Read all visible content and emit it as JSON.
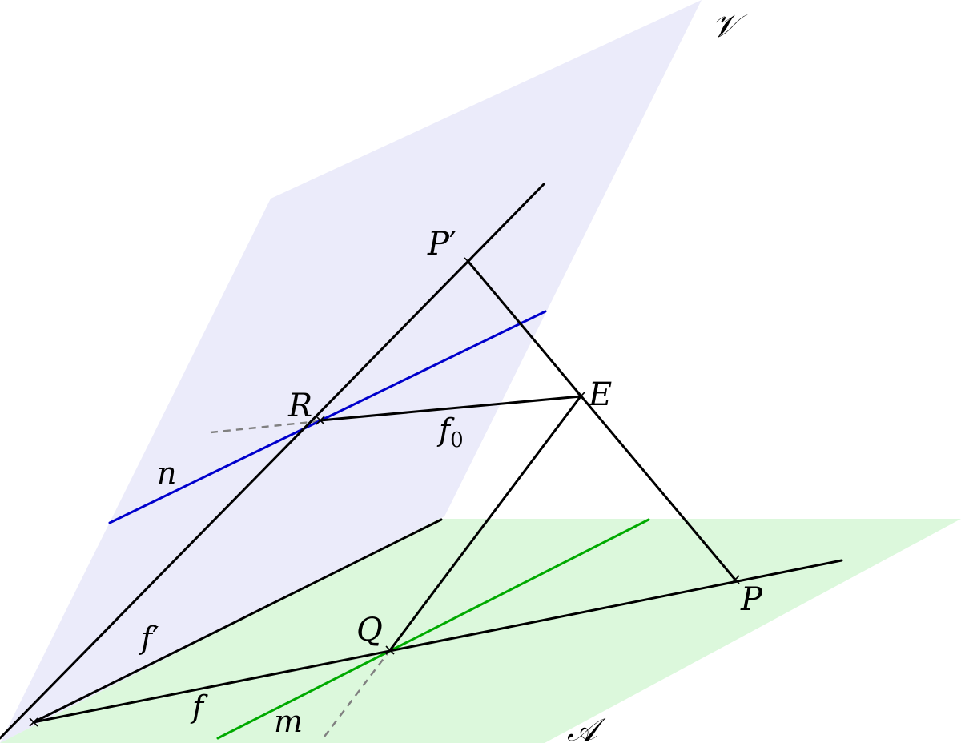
{
  "diagram": {
    "colors": {
      "plane_v_fill": "#ebebfa",
      "plane_a_fill": "#dcf8dc",
      "line_black": "#000000",
      "line_n_blue": "#0000cc",
      "line_m_green": "#00aa00",
      "dashed_gray": "#808080"
    },
    "planes": {
      "v": "𝒱",
      "a": "𝒜"
    },
    "points": {
      "p_prime": {
        "base": "P",
        "mark": "′"
      },
      "e": "E",
      "r": "R",
      "q": "Q",
      "p": "P"
    },
    "lines": {
      "f0": {
        "base": "f",
        "sub": "0"
      },
      "n": "n",
      "f_prime": {
        "base": "f",
        "mark": "′"
      },
      "f": "f",
      "m": "m"
    }
  }
}
